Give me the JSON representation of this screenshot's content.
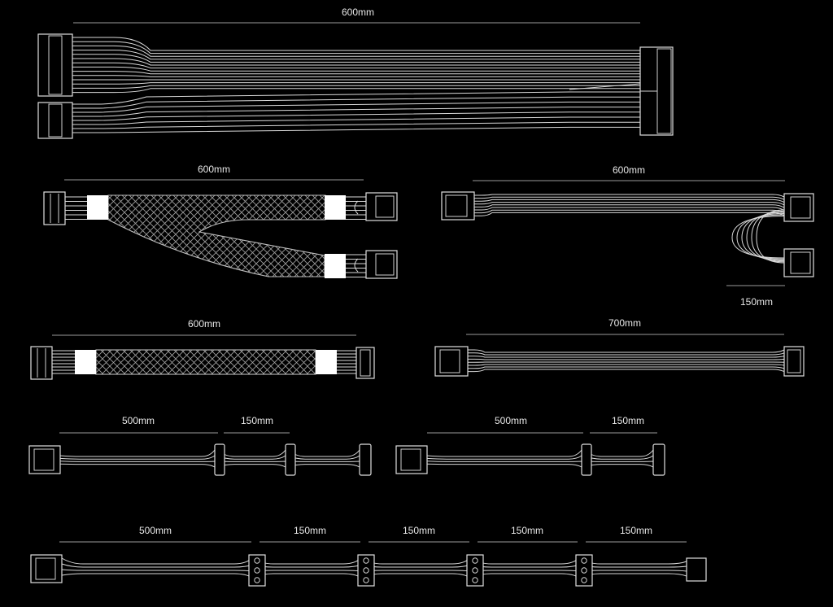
{
  "background": "#000000",
  "line_color": "#d8d8d8",
  "cables": [
    {
      "id": "atx-24pin",
      "dimensions": [
        "600mm"
      ]
    },
    {
      "id": "pcie-split-sleeved",
      "dimensions": [
        "600mm"
      ]
    },
    {
      "id": "pcie-split-flat",
      "dimensions": [
        "600mm",
        "150mm"
      ]
    },
    {
      "id": "eps-sleeved",
      "dimensions": [
        "600mm"
      ]
    },
    {
      "id": "eps-flat",
      "dimensions": [
        "700mm"
      ]
    },
    {
      "id": "sata-a",
      "dimensions": [
        "500mm",
        "150mm"
      ]
    },
    {
      "id": "sata-b",
      "dimensions": [
        "500mm",
        "150mm"
      ]
    },
    {
      "id": "molex",
      "dimensions": [
        "500mm",
        "150mm",
        "150mm",
        "150mm",
        "150mm"
      ]
    }
  ]
}
